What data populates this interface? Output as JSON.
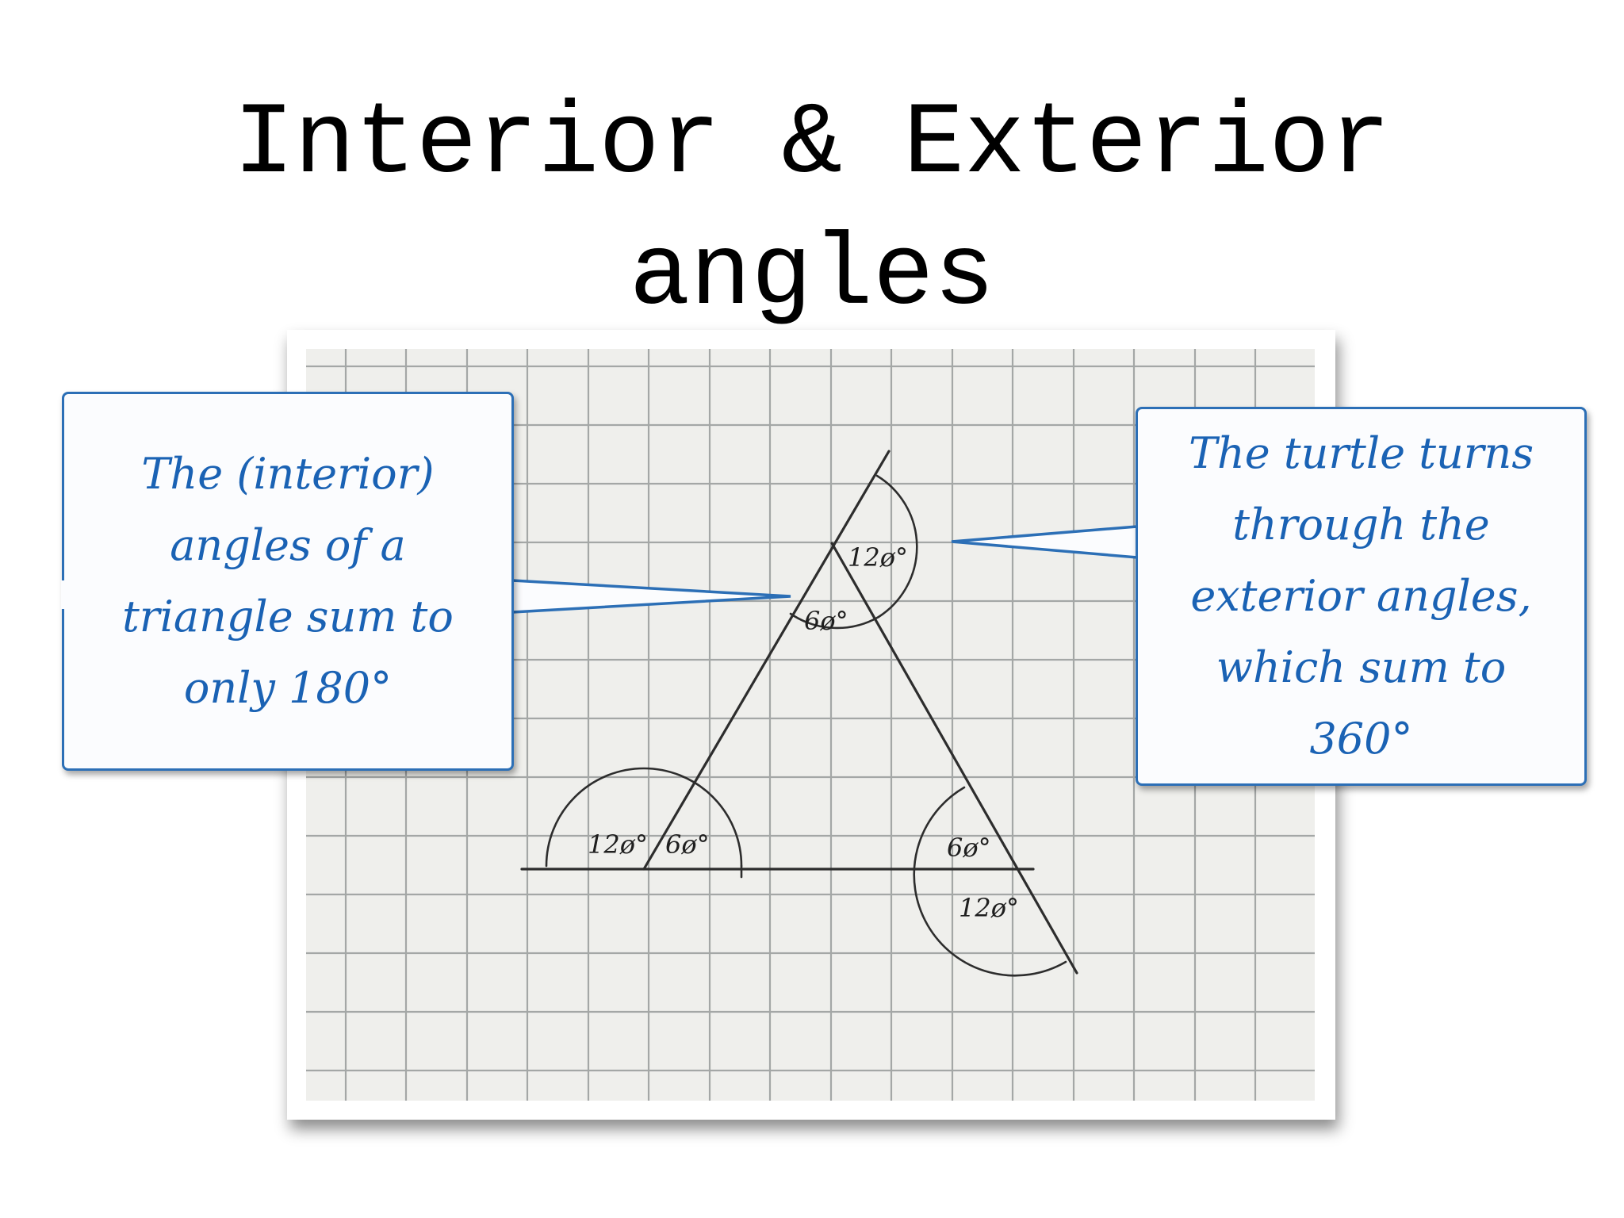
{
  "title": {
    "line1": "Interior & Exterior",
    "line2": "angles"
  },
  "callouts": {
    "left": {
      "lines": [
        "The (interior)",
        "angles of a",
        "triangle sum to",
        "only 180°"
      ]
    },
    "right": {
      "lines": [
        "The turtle turns",
        "through the",
        "exterior angles,",
        "which sum to",
        "360°"
      ]
    }
  },
  "diagram": {
    "angle_labels": {
      "top_exterior": "12ø°",
      "top_interior": "6ø°",
      "bottom_left_exterior": "12ø°",
      "bottom_left_interior": "6ø°",
      "bottom_right_interior": "6ø°",
      "bottom_right_exterior": "12ø°"
    }
  },
  "colors": {
    "callout_text": "#1a62b4",
    "callout_border": "#2c6fb6",
    "paper": "#efefec",
    "grid": "#a4a7a6",
    "pencil": "#2d2d2d"
  }
}
